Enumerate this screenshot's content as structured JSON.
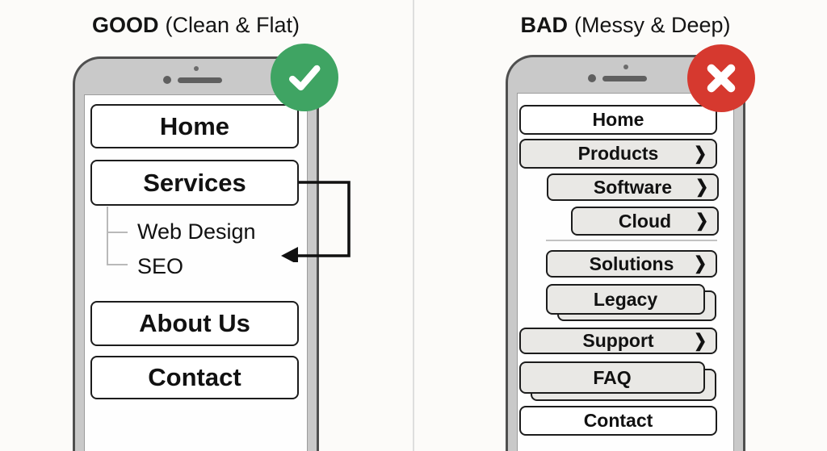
{
  "colors": {
    "good_badge_green": "#3FA463",
    "bad_badge_red": "#D6392F",
    "phone_bezel_gray": "#C9C9C9",
    "submenu_item_gray": "#E9E8E5"
  },
  "good": {
    "title_emphasis": "GOOD",
    "title_rest": "(Clean & Flat)",
    "badge_icon": "check-icon",
    "items": [
      {
        "label": "Home"
      },
      {
        "label": "Services"
      },
      {
        "label": "Web Design"
      },
      {
        "label": "SEO"
      },
      {
        "label": "About Us"
      },
      {
        "label": "Contact"
      }
    ]
  },
  "bad": {
    "title_emphasis": "BAD",
    "title_rest": "(Messy & Deep)",
    "badge_icon": "cross-icon",
    "chevron_glyph": "❯",
    "items": [
      {
        "label": "Home"
      },
      {
        "label": "Products"
      },
      {
        "label": "Software"
      },
      {
        "label": "Cloud"
      },
      {
        "label": "Solutions"
      },
      {
        "label": "Legacy"
      },
      {
        "label": "Support"
      },
      {
        "label": "FAQ"
      },
      {
        "label": "Contact"
      }
    ]
  }
}
